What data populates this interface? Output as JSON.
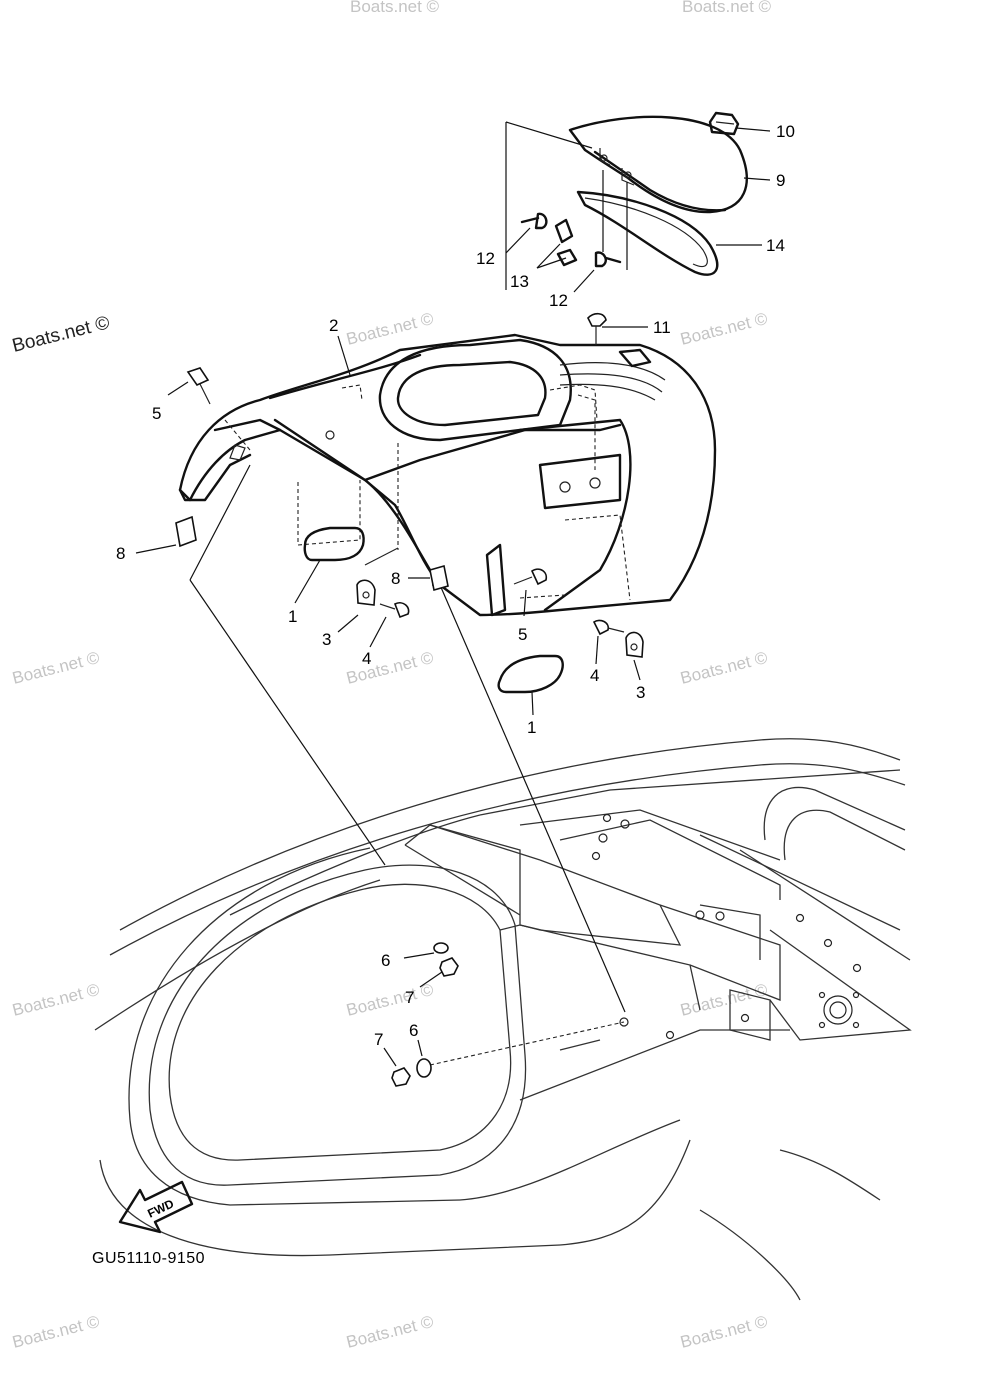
{
  "diagram": {
    "code": "GU51110-9150",
    "fwd_label": "FWD",
    "watermark": "Boats.net ©",
    "callouts": [
      {
        "id": "c10",
        "label": "10"
      },
      {
        "id": "c9",
        "label": "9"
      },
      {
        "id": "c14",
        "label": "14"
      },
      {
        "id": "c12a",
        "label": "12"
      },
      {
        "id": "c13",
        "label": "13"
      },
      {
        "id": "c12b",
        "label": "12"
      },
      {
        "id": "c11",
        "label": "11"
      },
      {
        "id": "c2",
        "label": "2"
      },
      {
        "id": "c5a",
        "label": "5"
      },
      {
        "id": "c8a",
        "label": "8"
      },
      {
        "id": "c1a",
        "label": "1"
      },
      {
        "id": "c3a",
        "label": "3"
      },
      {
        "id": "c4a",
        "label": "4"
      },
      {
        "id": "c8b",
        "label": "8"
      },
      {
        "id": "c5b",
        "label": "5"
      },
      {
        "id": "c4b",
        "label": "4"
      },
      {
        "id": "c3b",
        "label": "3"
      },
      {
        "id": "c1b",
        "label": "1"
      },
      {
        "id": "c6a",
        "label": "6"
      },
      {
        "id": "c7a",
        "label": "7"
      },
      {
        "id": "c7b",
        "label": "7"
      },
      {
        "id": "c6b",
        "label": "6"
      }
    ]
  }
}
